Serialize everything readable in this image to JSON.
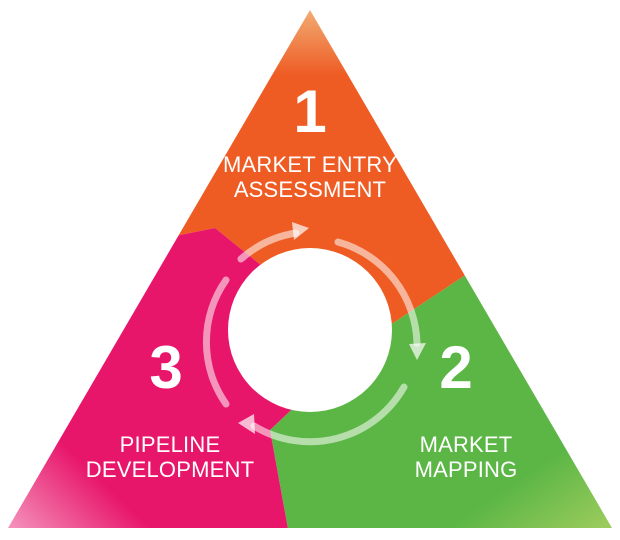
{
  "colors": {
    "segment_1": "#EE5B23",
    "segment_1_highlight": "#F2B880",
    "segment_2": "#5BB645",
    "segment_2_highlight": "#A9D062",
    "segment_3": "#E8166B",
    "segment_3_highlight": "#F6A6C8",
    "center": "#FFFFFF",
    "text": "#FFFFFF"
  },
  "segments": [
    {
      "number": "1",
      "label_line1": "MARKET ENTRY",
      "label_line2": "ASSESSMENT"
    },
    {
      "number": "2",
      "label_line1": "MARKET",
      "label_line2": "MAPPING"
    },
    {
      "number": "3",
      "label_line1": "PIPELINE",
      "label_line2": "DEVELOPMENT"
    }
  ]
}
